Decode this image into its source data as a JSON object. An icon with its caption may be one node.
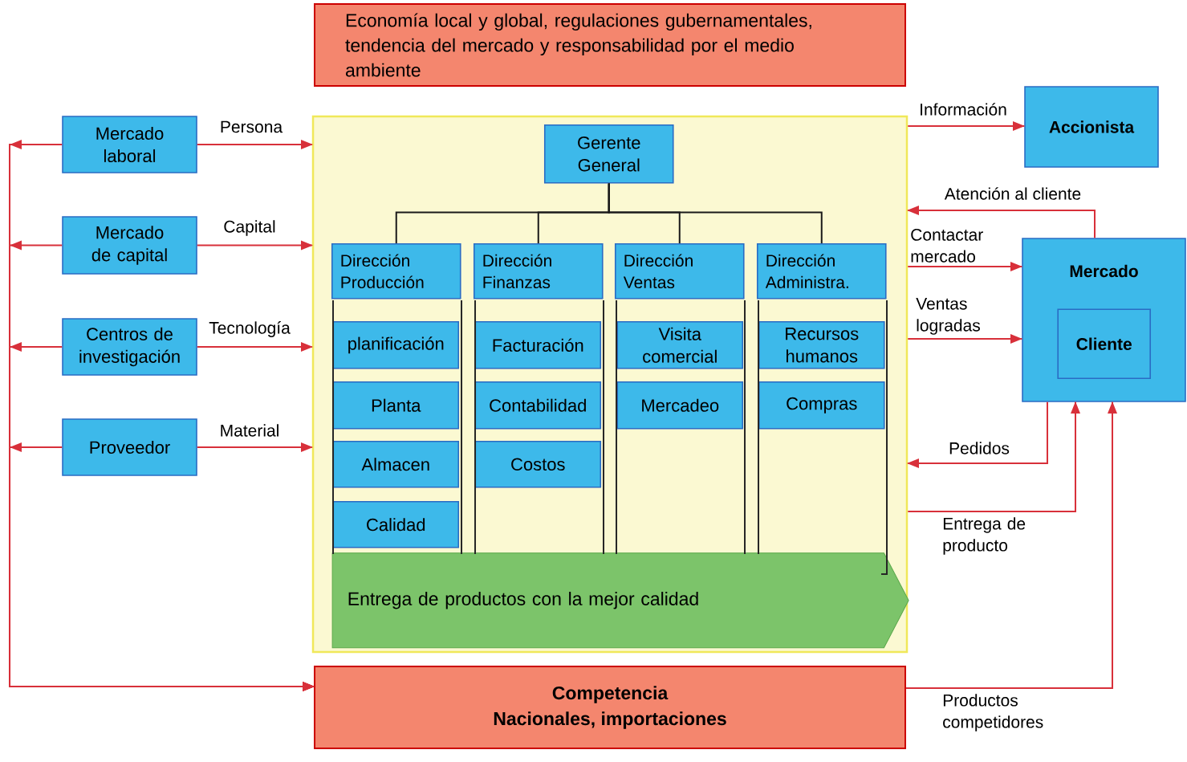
{
  "diagram": {
    "nodes": [
      {
        "text": [
          "Economía local y global, regulaciones gubernamentales, tendencia del mercado y responsabilidad por el medio ambiente"
        ]
      },
      {
        "text": [
          "Mercado laboral"
        ]
      },
      {
        "text": [
          "Mercado de capital"
        ]
      },
      {
        "text": [
          "Centros de investigación"
        ]
      },
      {
        "text": [
          "Proveedor"
        ]
      },
      {
        "text": [],
        "shape": "box"
      },
      {
        "text": [
          "Gerente General"
        ],
        "in": 5
      },
      {
        "text": [
          "Dirección Producción"
        ],
        "in": 5
      },
      {
        "text": [
          "Dirección Finanzas"
        ],
        "in": 5
      },
      {
        "text": [
          "Dirección Ventas"
        ],
        "in": 5
      },
      {
        "text": [
          "Dirección Administra."
        ],
        "in": 5
      },
      {
        "text": [
          "planificación"
        ],
        "in": 5
      },
      {
        "text": [
          "Planta"
        ],
        "in": 5
      },
      {
        "text": [
          "Almacen"
        ],
        "in": 5
      },
      {
        "text": [
          "Calidad"
        ],
        "in": 5
      },
      {
        "text": [
          "Facturación"
        ],
        "in": 5
      },
      {
        "text": [
          "Contabilidad"
        ],
        "in": 5
      },
      {
        "text": [
          "Costos"
        ],
        "in": 5
      },
      {
        "text": [
          "Visita comercial"
        ],
        "in": 5
      },
      {
        "text": [
          "Mercadeo"
        ],
        "in": 5
      },
      {
        "text": [
          "Recursos humanos"
        ],
        "in": 5
      },
      {
        "text": [
          "Compras"
        ],
        "in": 5
      },
      {
        "text": [
          "Entrega de productos con la mejor calidad"
        ],
        "in": 5
      },
      {
        "text": [
          "Accionista"
        ]
      },
      {
        "text": [
          "Mercado"
        ]
      },
      {
        "text": [
          "Cliente"
        ],
        "in": 24
      },
      {
        "text": [
          "Competencia",
          "Nacionales, importaciones"
        ]
      }
    ],
    "edges": [
      {
        "from": 6,
        "to": 7,
        "arrow": "none",
        "color": "#1a1a1a"
      },
      {
        "from": 6,
        "to": 8,
        "arrow": "none",
        "color": "#1a1a1a"
      },
      {
        "from": 6,
        "to": 9,
        "arrow": "none",
        "color": "#1a1a1a"
      },
      {
        "from": 6,
        "to": 10,
        "arrow": "none",
        "color": "#1a1a1a"
      },
      {
        "from": 1,
        "to": 5,
        "arrow": "to",
        "label": "Persona"
      },
      {
        "from": 2,
        "to": 5,
        "arrow": "to",
        "label": "Capital"
      },
      {
        "from": 3,
        "to": 5,
        "arrow": "to",
        "label": "Tecnología"
      },
      {
        "from": 4,
        "to": 5,
        "arrow": "to",
        "label": "Material"
      },
      {
        "from": 1,
        "to": 26,
        "arrow": "to"
      },
      {
        "from": 2,
        "to": 26,
        "arrow": "to"
      },
      {
        "from": 3,
        "to": 26,
        "arrow": "to"
      },
      {
        "from": 4,
        "to": 26,
        "arrow": "to"
      },
      {
        "from": 5,
        "to": 23,
        "arrow": "to",
        "label": "Información"
      },
      {
        "from": 24,
        "to": 5,
        "arrow": "to",
        "label": "Atención al cliente"
      },
      {
        "from": 5,
        "to": 24,
        "arrow": "to",
        "label": "Contactar mercado"
      },
      {
        "from": 5,
        "to": 24,
        "arrow": "to",
        "label": "Ventas logradas"
      },
      {
        "from": 24,
        "to": 5,
        "arrow": "to",
        "label": "Pedidos"
      },
      {
        "from": 5,
        "to": 24,
        "arrow": "to",
        "label": "Entrega de producto"
      },
      {
        "from": 26,
        "to": 24,
        "arrow": "to",
        "label": "Productos competidores"
      }
    ]
  }
}
